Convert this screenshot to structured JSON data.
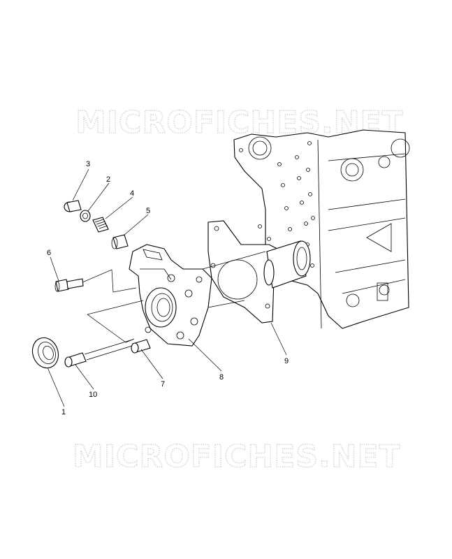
{
  "watermark": {
    "top": "MICROFICHES.NET",
    "bottom": "MICROFICHES.NET"
  },
  "callouts": [
    {
      "id": "1",
      "label": "1"
    },
    {
      "id": "2",
      "label": "2"
    },
    {
      "id": "3",
      "label": "3"
    },
    {
      "id": "4",
      "label": "4"
    },
    {
      "id": "5",
      "label": "5"
    },
    {
      "id": "6",
      "label": "6"
    },
    {
      "id": "7",
      "label": "7"
    },
    {
      "id": "8",
      "label": "8"
    },
    {
      "id": "9",
      "label": "9"
    },
    {
      "id": "10",
      "label": "10"
    }
  ],
  "colors": {
    "line": "#000000",
    "watermark": "#d2d2d2",
    "background": "#ffffff"
  }
}
